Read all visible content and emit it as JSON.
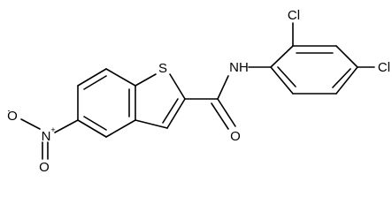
{
  "molecule": {
    "atoms": {
      "S": "S",
      "NH": "NH",
      "O_amide": "O",
      "N_nitro": "N",
      "N_nitro_charge": "+",
      "O_nitro_top": "O",
      "O_nitro_top_charge": "-",
      "O_nitro_bottom": "O",
      "Cl_ortho": "Cl",
      "Cl_para": "Cl"
    }
  }
}
